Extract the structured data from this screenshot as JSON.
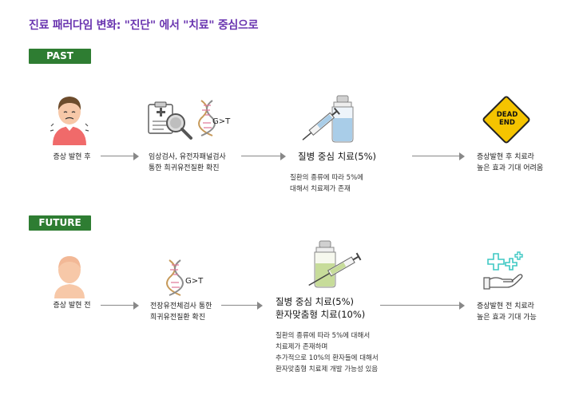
{
  "title": "진료 패러다임 변화: \"진단\" 에서 \"치료\" 중심으로",
  "past": {
    "badge": "PAST",
    "step1": "증상 발현 후",
    "step2_line1": "임상검사, 유전자패널검사",
    "step2_line2": "통한 희귀유전질환 확진",
    "dna_label": "G>T",
    "step3": "질병 중심 치료(5%)",
    "note_line1": "질환의 종류에 따라 5%에",
    "note_line2": "대해서 치료제가 존재",
    "sign_line1": "DEAD",
    "sign_line2": "END",
    "step4_line1": "증상발현 후 치료라",
    "step4_line2": "높은 효과 기대 어려움"
  },
  "future": {
    "badge": "FUTURE",
    "step1": "증상 발현 전",
    "step2_line1": "전장유전체검사 통한",
    "step2_line2": "희귀유전질환 확진",
    "dna_label": "G>T",
    "step3_line1": "질병 중심 치료(5%)",
    "step3_line2": "환자맞춤형 치료(10%)",
    "note_line1": "질환의 종류에 따라 5%에 대해서",
    "note_line2": "치료제가 존재하며",
    "note_line3": "추가적으로 10%의 환자들에 대해서",
    "note_line4": "환자맞춤형 치료제 개발 가능성 있음",
    "step4_line1": "증상발현 전 치료라",
    "step4_line2": "높은 효과 기대 가능"
  },
  "colors": {
    "title": "#6a35b0",
    "badge": "#2e7d32",
    "skin": "#f7c8a8",
    "hair": "#6d4c2c",
    "shirt": "#f06a6a",
    "sign": "#f5c400",
    "teal": "#3fc8c4",
    "vial_past": "#a9cde8",
    "vial_future": "#c7dc9a"
  },
  "icons": [
    "sick-person-icon",
    "clipboard-icon",
    "magnifier-icon",
    "dna-icon",
    "syringe-vial-icon",
    "dead-end-sign-icon",
    "healthy-person-icon",
    "healing-hand-icon"
  ]
}
